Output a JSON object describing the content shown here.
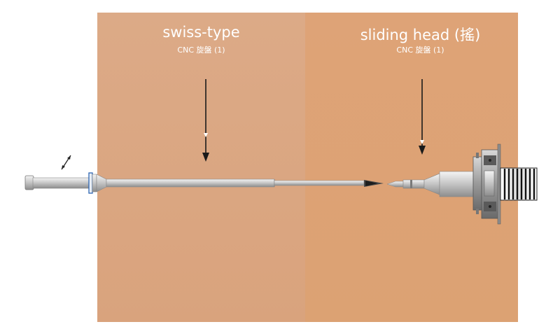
{
  "left_panel": {
    "title": "swiss-type",
    "subtitle": "CNC 旋盤 (1)",
    "color": "#dcaa87"
  },
  "right_panel": {
    "title": "sliding head (搖)",
    "subtitle": "CNC 旋盤 (1)",
    "color": "#dea377"
  },
  "icons": {
    "move": "double-headed-arrow-icon",
    "down_left": "down-arrow-icon",
    "down_right": "down-arrow-icon",
    "feed": "feed-arrow-icon"
  }
}
